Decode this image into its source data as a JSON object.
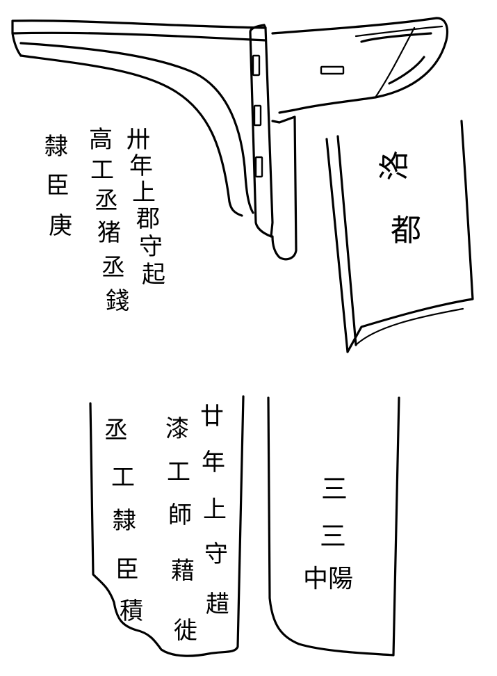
{
  "figure": {
    "upper_drawing": {
      "description": "",
      "left_inscription_col1": [
        "卅",
        "年",
        "上",
        "郡",
        "守",
        "起"
      ],
      "left_inscription_col2": [
        "高",
        "工",
        "丞",
        "猪",
        "丞",
        "錢"
      ],
      "left_inscription_col3": [
        "隸",
        "臣",
        "庚"
      ],
      "blade_inscription": [
        "洛",
        "都"
      ]
    },
    "lower_drawing": {
      "left_fragment_col1": [
        "廿",
        "年",
        "上",
        "守",
        "趞"
      ],
      "left_fragment_col2": [
        "漆",
        "工",
        "師",
        "藉",
        "徙"
      ],
      "left_fragment_col3": [
        "丞",
        "工",
        "隸",
        "臣",
        "積"
      ],
      "right_fragment_marks": [
        "三",
        "三",
        "中陽"
      ]
    }
  }
}
